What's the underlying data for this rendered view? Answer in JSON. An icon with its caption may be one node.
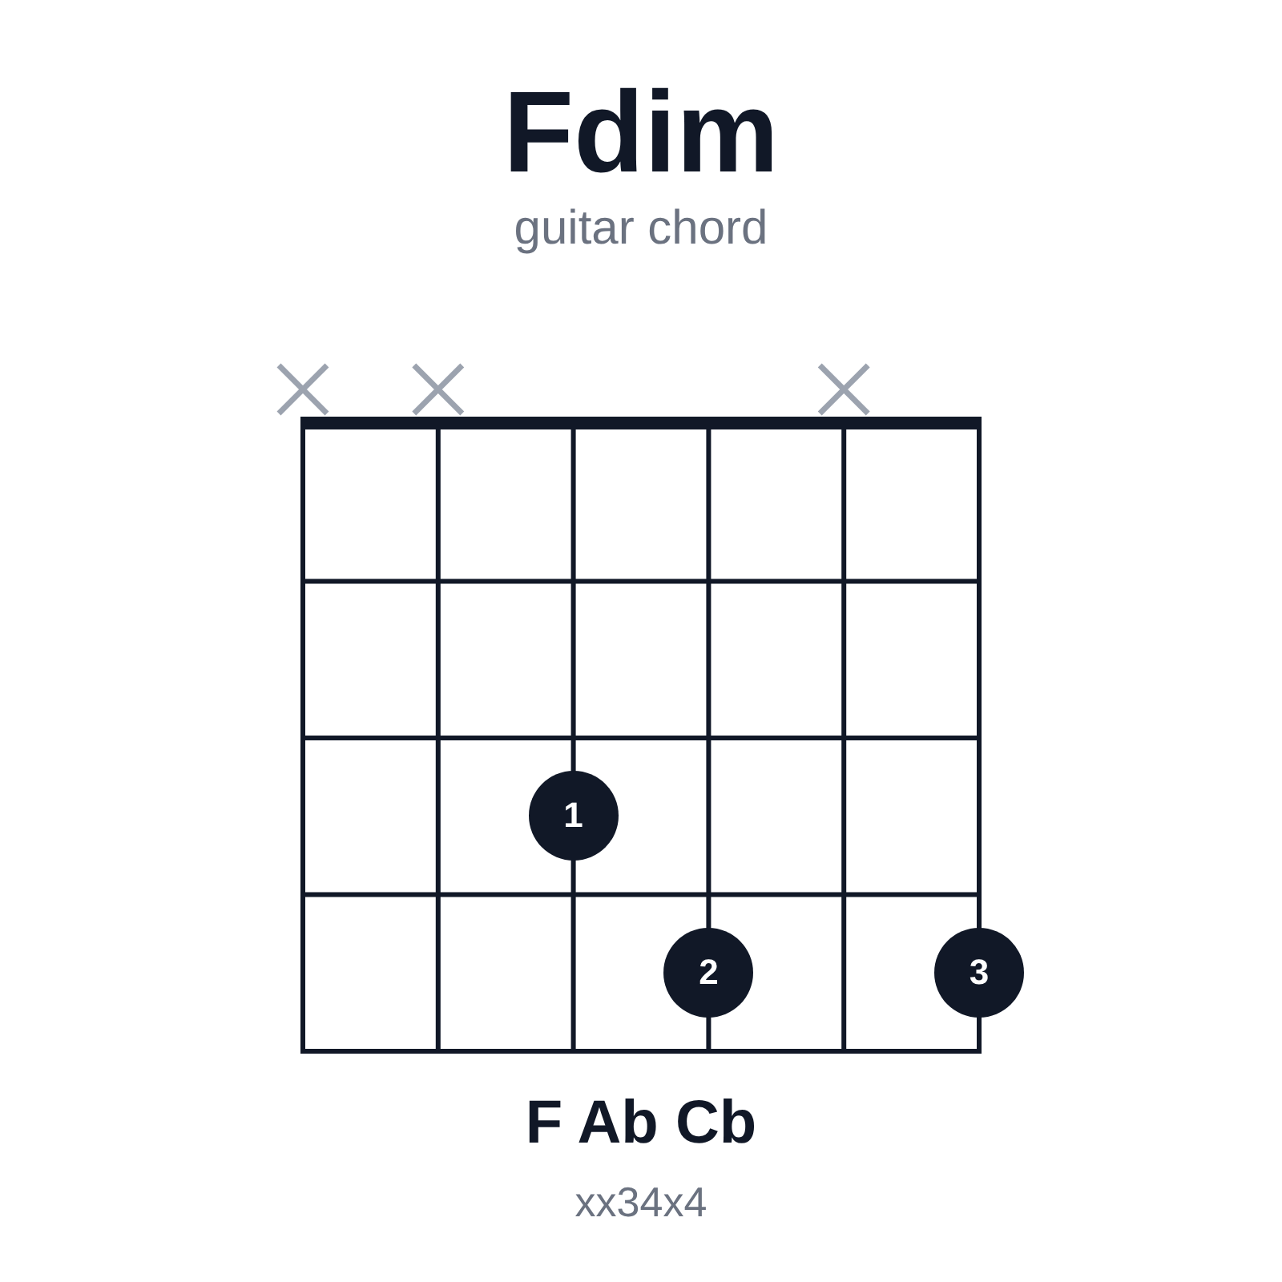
{
  "diagram": {
    "title": "Fdim",
    "nodes": [
      {
        "text": [
          "1"
        ]
      },
      {
        "text": [
          "2"
        ]
      },
      {
        "text": [
          "3"
        ]
      }
    ],
    "labels": [
      "guitar chord",
      "F Ab Cb",
      "xx34x4"
    ]
  }
}
